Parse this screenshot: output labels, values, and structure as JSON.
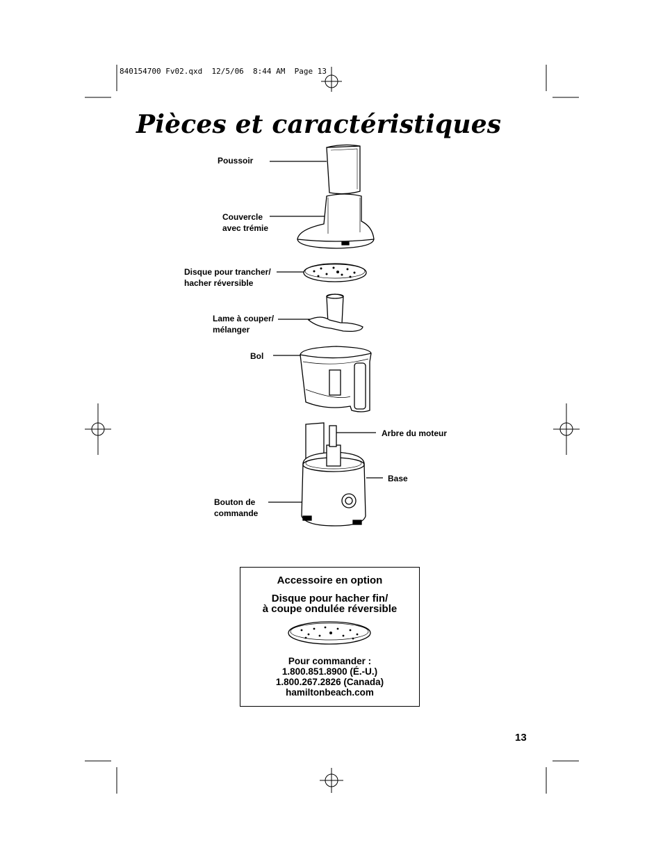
{
  "slug": "840154700 Fv02.qxd  12/5/06  8:44 AM  Page 13",
  "title": "Pièces et caractéristiques",
  "labels": {
    "poussoir": "Poussoir",
    "couvercle_1": "Couvercle",
    "couvercle_2": "avec trémie",
    "disque_1": "Disque pour trancher/",
    "disque_2": "hacher réversible",
    "lame_1": "Lame à couper/",
    "lame_2": "mélanger",
    "bol": "Bol",
    "arbre": "Arbre du moteur",
    "base": "Base",
    "bouton_1": "Bouton de",
    "bouton_2": "commande"
  },
  "accessory": {
    "heading": "Accessoire en option",
    "name_1": "Disque pour hacher fin/",
    "name_2": "à coupe ondulée réversible",
    "order_1": "Pour commander :",
    "order_2": "1.800.851.8900 (É.-U.)",
    "order_3": "1.800.267.2826 (Canada)",
    "order_4": "hamiltonbeach.com"
  },
  "page_number": "13"
}
